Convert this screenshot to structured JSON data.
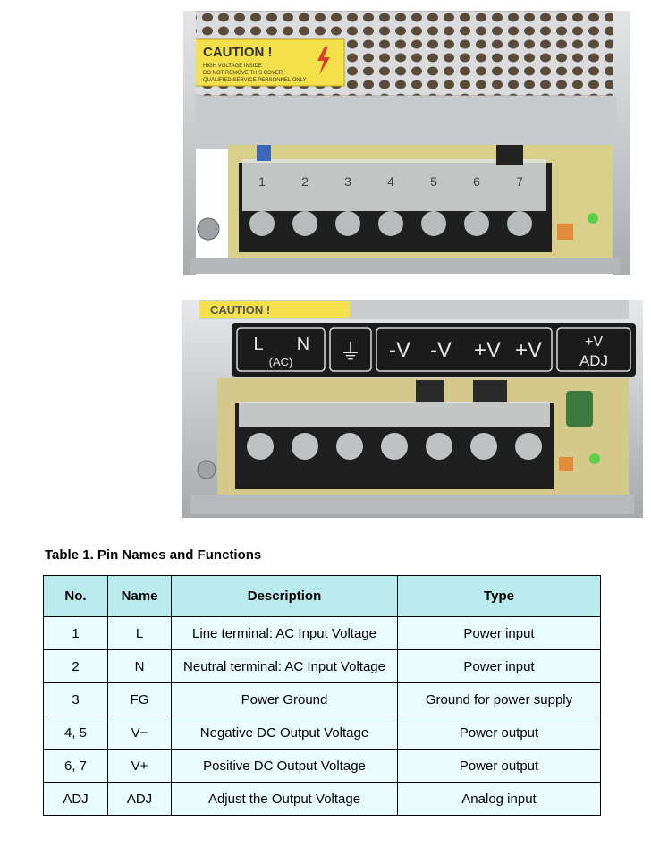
{
  "photo_top": {
    "caution_title": "CAUTION !",
    "caution_lines": [
      "HIGH VOLTAGE INSIDE",
      "DO NOT REMOVE THIS COVER",
      "QUALIFIED SERVICE PERSONNEL ONLY"
    ],
    "terminal_numbers": [
      "1",
      "2",
      "3",
      "4",
      "5",
      "6",
      "7"
    ]
  },
  "photo_bottom": {
    "caution_title": "CAUTION !",
    "labels": {
      "l": "L",
      "n": "N",
      "ac": "(AC)",
      "ground": "⏚",
      "v_minus_1": "-V",
      "v_minus_2": "-V",
      "v_plus_1": "+V",
      "v_plus_2": "+V",
      "adj_top": "+V",
      "adj_bottom": "ADJ"
    }
  },
  "table": {
    "caption": "Table 1. Pin Names and Functions",
    "headers": [
      "No.",
      "Name",
      "Description",
      "Type"
    ],
    "rows": [
      [
        "1",
        "L",
        "Line terminal: AC Input Voltage",
        "Power input"
      ],
      [
        "2",
        "N",
        "Neutral terminal: AC Input Voltage",
        "Power input"
      ],
      [
        "3",
        "FG",
        "Power Ground",
        "Ground for power supply"
      ],
      [
        "4, 5",
        "V−",
        "Negative DC Output Voltage",
        "Power output"
      ],
      [
        "6, 7",
        "V+",
        "Positive DC Output Voltage",
        "Power output"
      ],
      [
        "ADJ",
        "ADJ",
        "Adjust the Output Voltage",
        "Analog input"
      ]
    ]
  },
  "colors": {
    "header_bg": "#b9ebee",
    "cell_bg": "#e9fbfc",
    "caution_yellow": "#f4e04a",
    "terminal_black": "#1f1f1f",
    "pcb": "#d8cf8a",
    "metal": "#c9cbcc"
  }
}
